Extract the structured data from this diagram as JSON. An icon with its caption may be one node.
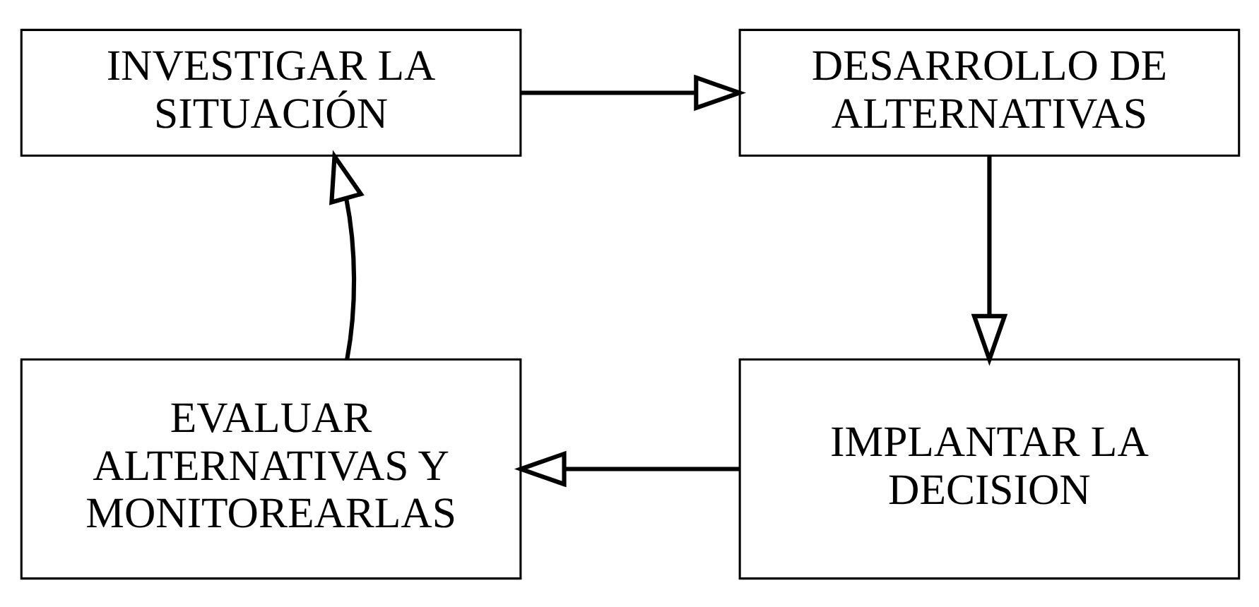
{
  "diagram": {
    "nodes": [
      {
        "text": [
          "INVESTIGAR LA SITUACIÓN"
        ]
      },
      {
        "text": [
          "DESARROLLO DE ALTERNATIVAS"
        ]
      },
      {
        "text": [
          "IMPLANTAR LA DECISION"
        ]
      },
      {
        "text": [
          "EVALUAR ALTERNATIVAS Y MONITOREARLAS"
        ]
      }
    ],
    "edges": [
      {
        "from": 0,
        "to": 1,
        "arrow": "to"
      },
      {
        "from": 1,
        "to": 2,
        "arrow": "to"
      },
      {
        "from": 2,
        "to": 3,
        "arrow": "to"
      },
      {
        "from": 3,
        "to": 0,
        "arrow": "to"
      }
    ]
  }
}
